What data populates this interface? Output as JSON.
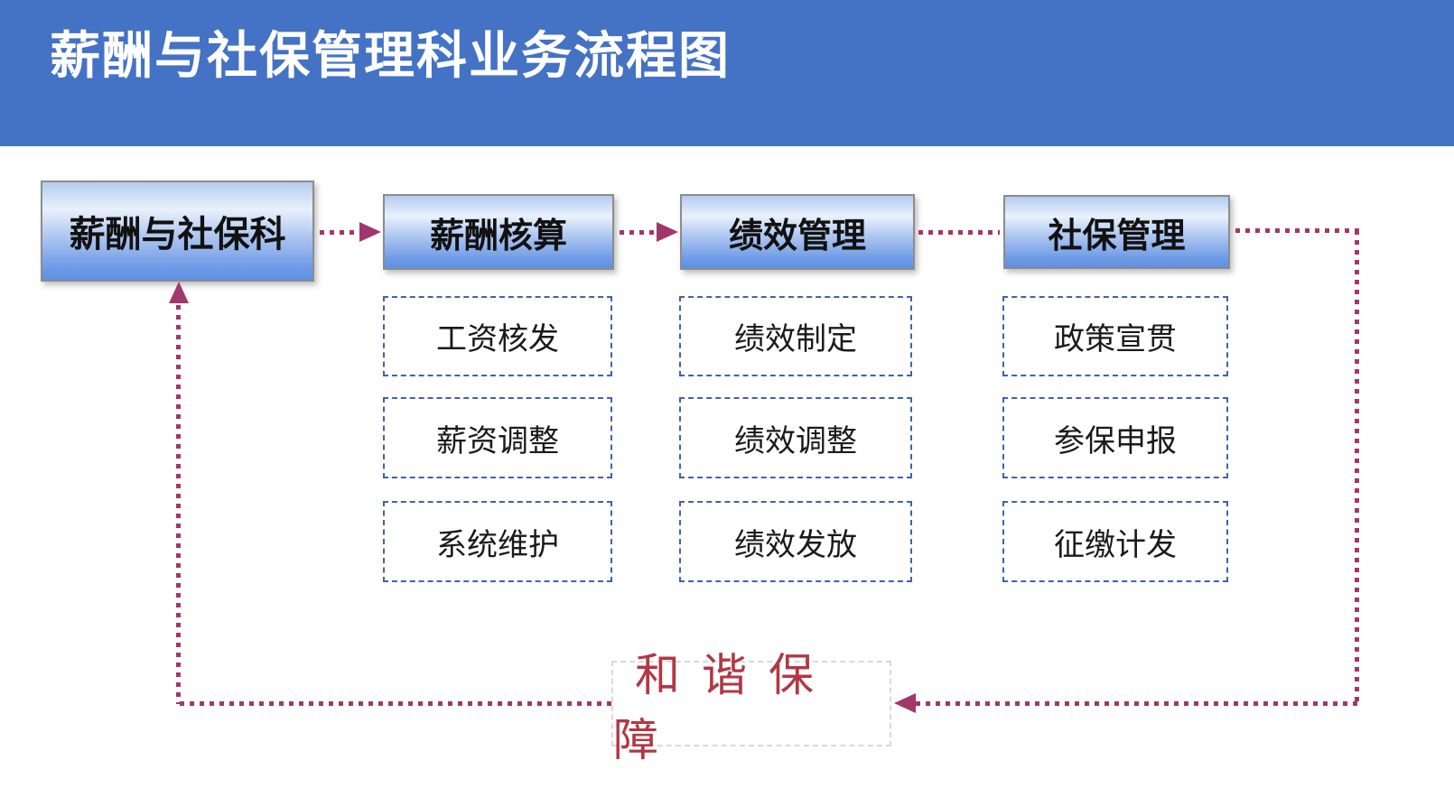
{
  "title": "薪酬与社保管理科业务流程图",
  "flow": {
    "root": {
      "label": "薪酬与社保科"
    },
    "columns": [
      {
        "header": "薪酬核算",
        "items": [
          "工资核发",
          "薪资调整",
          "系统维护"
        ]
      },
      {
        "header": "绩效管理",
        "items": [
          "绩效制定",
          "绩效调整",
          "绩效发放"
        ]
      },
      {
        "header": "社保管理",
        "items": [
          "政策宣贯",
          "参保申报",
          "征缴计发"
        ]
      }
    ],
    "footer": {
      "label": "和谐保障"
    }
  },
  "colors": {
    "banner_blue": "#4472c4",
    "box_gradient_top": "#b4cbf0",
    "box_gradient_bottom": "#5f90e2",
    "box_border_gray": "#8c8c8c",
    "dashed_box_blue": "#4062ae",
    "connector_plum": "#a2376b",
    "footer_text_red": "#b13843",
    "footer_border_gray": "#d9d9d9"
  }
}
